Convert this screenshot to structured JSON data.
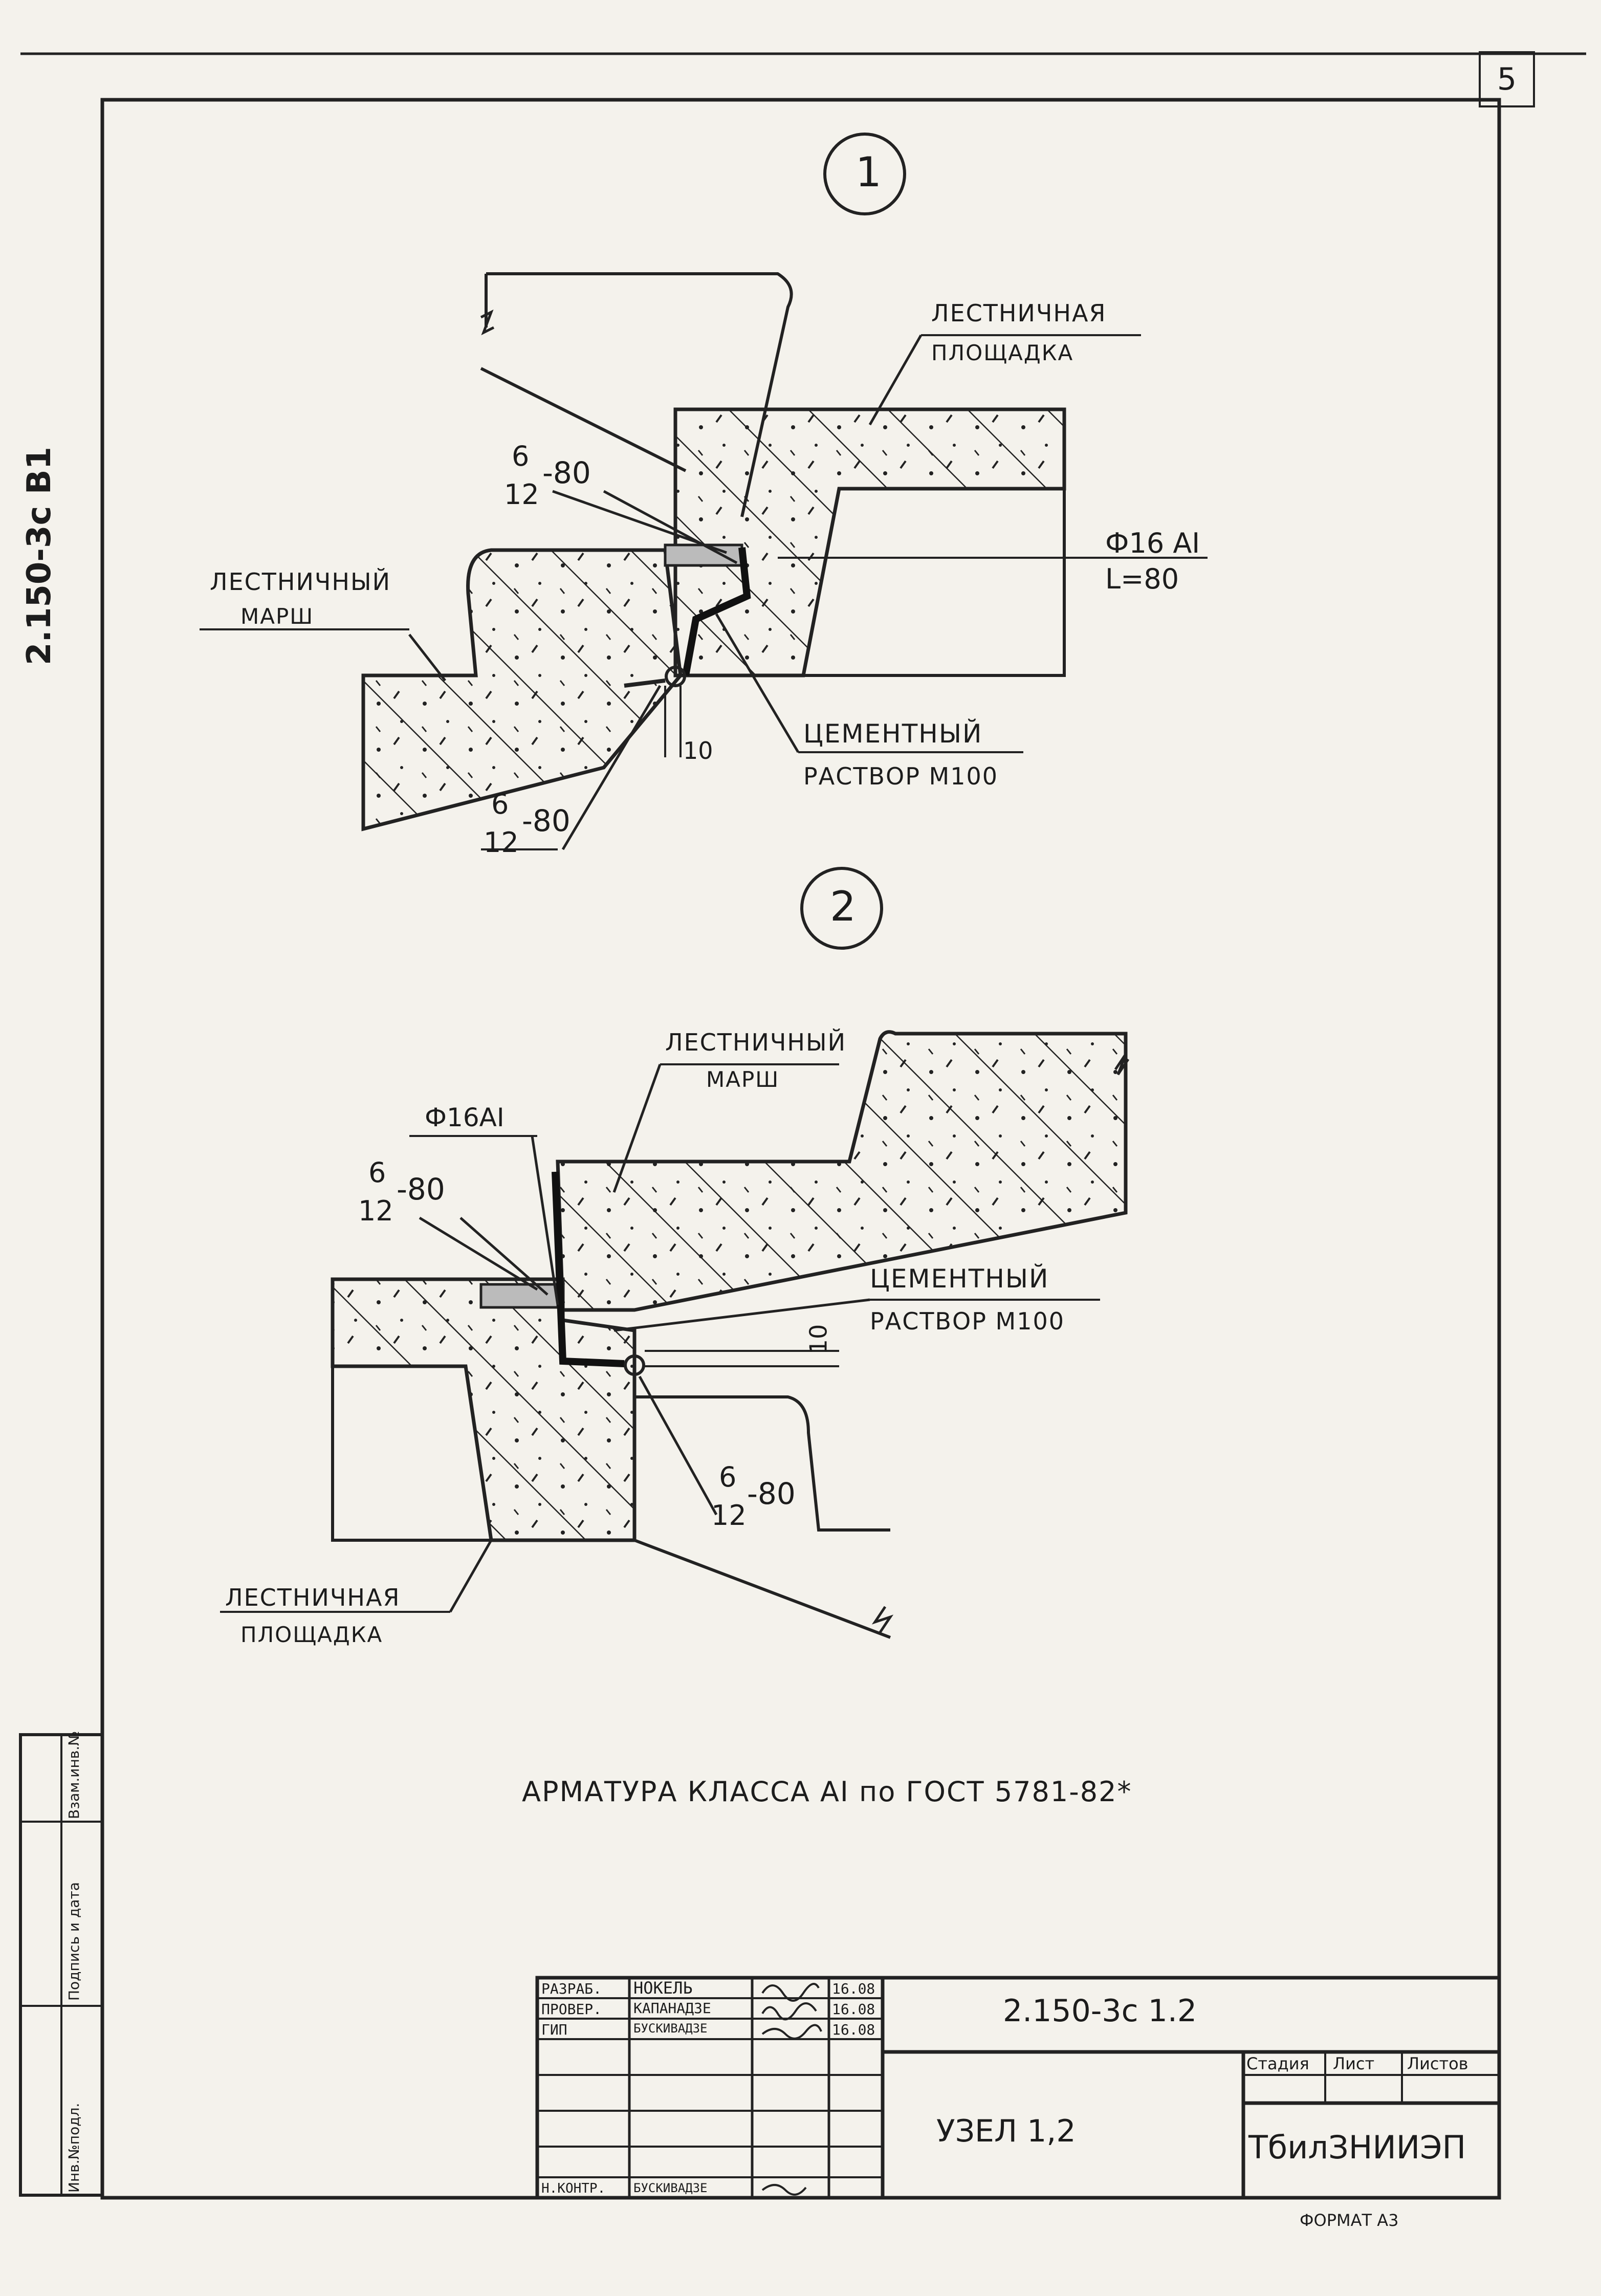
{
  "page_number": "5",
  "side_code": "2.150-3c B1",
  "detail1": {
    "number": "1",
    "label_landing": [
      "ЛЕСТНИЧНАЯ",
      "ПЛОЩАДКА"
    ],
    "label_flight": [
      "ЛЕСТНИЧНЫЙ",
      "МАРШ"
    ],
    "label_mortar": [
      "ЦЕМЕНТНЫЙ",
      "РАСТВОР М100"
    ],
    "weld_top": {
      "num": "6",
      "den": "12",
      "tail": "-80"
    },
    "weld_bottom": {
      "num": "6",
      "den": "12",
      "tail": "-80"
    },
    "rebar": [
      "Ф16 AI",
      "L=80"
    ],
    "gap": "10"
  },
  "detail2": {
    "number": "2",
    "label_flight": [
      "ЛЕСТНИЧНЫЙ",
      "МАРШ"
    ],
    "label_landing": [
      "ЛЕСТНИЧНАЯ",
      "ПЛОЩАДКА"
    ],
    "label_mortar": [
      "ЦЕМЕНТНЫЙ",
      "РАСТВОР М100"
    ],
    "rebar": "Ф16AI",
    "weld_top": {
      "num": "6",
      "den": "12",
      "tail": "-80"
    },
    "weld_bottom": {
      "num": "6",
      "den": "12",
      "tail": "-80"
    },
    "gap": "10"
  },
  "note": "АРМАТУРА КЛАССА AI по ГОСТ 5781-82*",
  "side_stamp": [
    "Инв.№подл.",
    "Подпись и дата",
    "Взам.инв.№"
  ],
  "title_block": {
    "rows": [
      {
        "role": "РАЗРАБ.",
        "name": "НОКЕЛЬ",
        "date": "16.08"
      },
      {
        "role": "ПРОВЕР.",
        "name": "КАПАНАДЗЕ",
        "date": "16.08"
      },
      {
        "role": "ГИП",
        "name": "БУСКИВАДЗЕ",
        "date": "16.08"
      },
      {
        "role": "",
        "name": "",
        "date": ""
      },
      {
        "role": "",
        "name": "",
        "date": ""
      },
      {
        "role": "",
        "name": "",
        "date": ""
      },
      {
        "role": "Н.КОНТР.",
        "name": "БУСКИВАДЗЕ",
        "date": ""
      }
    ],
    "code": "2.150-3c 1.2",
    "title": "УЗЕЛ 1,2",
    "stage_header": "Стадия",
    "sheet_header": "Лист",
    "sheets_header": "Листов",
    "org": "ТбилЗНИИЭП",
    "format": "ФОРМАТ А3"
  }
}
